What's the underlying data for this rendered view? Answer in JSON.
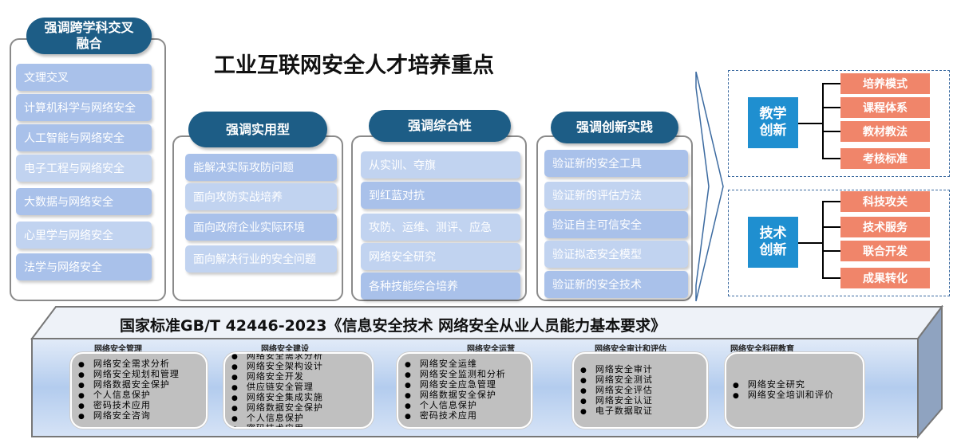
{
  "title": "工业互联网安全人才培养重点",
  "columns": [
    {
      "heading": "强调跨学科交叉融合",
      "items": [
        "文理交叉",
        "计算机科学与网络安全",
        "人工智能与网络安全",
        "电子工程与网络安全",
        "大数据与网络安全",
        "心里学与网络安全",
        "法学与网络安全"
      ]
    },
    {
      "heading": "强调实用型",
      "items": [
        "能解决实际攻防问题",
        "面向攻防实战培养",
        "面向政府企业实际环境",
        "面向解决行业的安全问题"
      ]
    },
    {
      "heading": "强调综合性",
      "items": [
        "从实训、夺旗",
        "到红蓝对抗",
        "攻防、运维、测评、应急",
        "网络安全研究",
        "各种技能综合培养"
      ]
    },
    {
      "heading": "强调创新实践",
      "items": [
        "验证新的安全工具",
        "验证新的评估方法",
        "验证自主可信安全",
        "验证拟态安全模型",
        "验证新的安全技术"
      ]
    }
  ],
  "innovation": [
    {
      "label": "教学创新",
      "items": [
        "培养模式",
        "课程体系",
        "教材教法",
        "考核标准"
      ]
    },
    {
      "label": "技术创新",
      "items": [
        "科技攻关",
        "技术服务",
        "联合开发",
        "成果转化"
      ]
    }
  ],
  "standard": {
    "title": "国家标准GB/T 42446-2023《信息安全技术 网络安全从业人员能力基本要求》",
    "categories": [
      {
        "heading": "网络安全管理",
        "items": [
          "网络安全需求分析",
          "网络安全规划和管理",
          "网络数据安全保护",
          "个人信息保护",
          "密码技术应用",
          "网络安全咨询"
        ]
      },
      {
        "heading": "网络安全建设",
        "items": [
          "网络安全需求分析",
          "网络安全架构设计",
          "网络安全开发",
          "供应链安全管理",
          "网络安全集成实施",
          "网络数据安全保护",
          "个人信息保护",
          "密码技术应用"
        ]
      },
      {
        "heading": "网络安全运营",
        "items": [
          "网络安全运维",
          "网络安全监测和分析",
          "网络安全应急管理",
          "网络数据安全保护",
          "个人信息保护",
          "密码技术应用"
        ]
      },
      {
        "heading": "网络安全审计和评估",
        "items": [
          "网络安全审计",
          "网络安全测试",
          "网络安全评估",
          "网络安全认证",
          "电子数据取证"
        ]
      },
      {
        "heading": "网络安全科研教育",
        "items": [
          "网络安全研究",
          "网络安全培训和评价"
        ]
      }
    ]
  },
  "colors": {
    "pill": "#1d5d86",
    "item": "#a9c1ea",
    "innovation": "#1f8fd0",
    "innovation_item": "#f0856a"
  }
}
